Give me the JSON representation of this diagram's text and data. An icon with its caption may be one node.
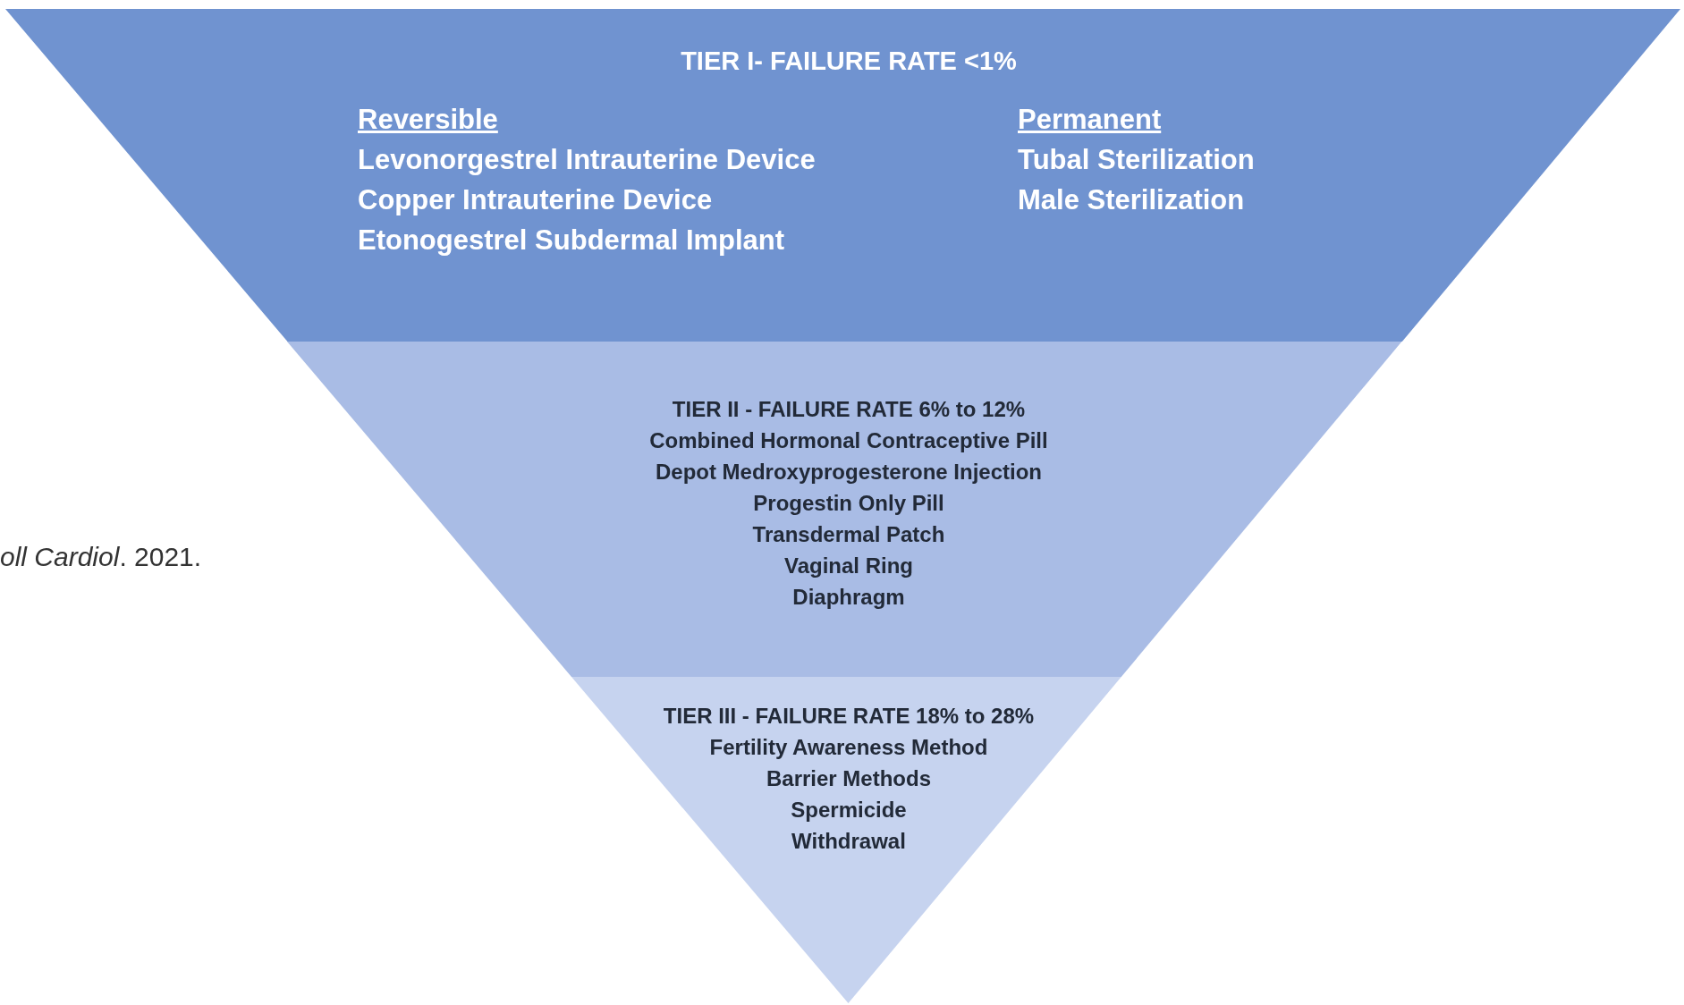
{
  "diagram": {
    "nodes": [
      {
        "text": [
          "TIER I- FAILURE RATE <1%",
          "Reversible",
          "Levonorgestrel Intrauterine Device",
          "Copper Intrauterine Device",
          "Etonogestrel Subdermal Implant",
          "Permanent",
          "Tubal Sterilization",
          "Male Sterilization"
        ]
      },
      {
        "text": [
          "TIER II - FAILURE RATE 6% to 12%",
          "Combined Hormonal Contraceptive Pill",
          "Depot Medroxyprogesterone Injection",
          "Progestin Only Pill",
          "Transdermal Patch",
          "Vaginal Ring",
          "Diaphragm"
        ]
      },
      {
        "text": [
          "TIER III - FAILURE RATE 18% to 28%",
          "Fertility Awareness Method",
          "Barrier Methods",
          "Spermicide",
          "Withdrawal"
        ]
      }
    ],
    "labels": [
      "*oll Cardiol*. 2021."
    ]
  }
}
